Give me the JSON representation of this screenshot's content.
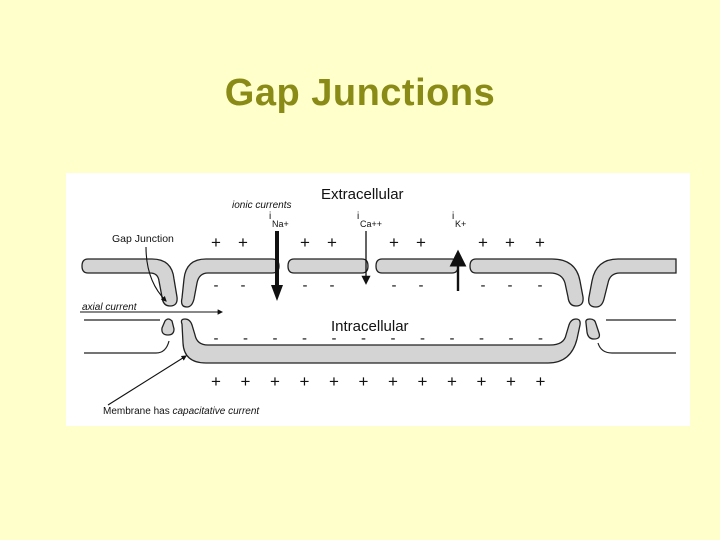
{
  "slide": {
    "title": "Gap Junctions"
  },
  "diagram": {
    "extracellular_label": "Extracellular",
    "intracellular_label": "Intracellular",
    "ionic_currents_label": "ionic currents",
    "gap_junction_label": "Gap Junction",
    "axial_current_label": "axial current",
    "membrane_label_prefix": "Membrane has ",
    "membrane_label_italic": "capacitative current",
    "currents": [
      {
        "base": "i",
        "sub": "Na+",
        "direction": "inward"
      },
      {
        "base": "i",
        "sub": "Ca++",
        "direction": "inward"
      },
      {
        "base": "i",
        "sub": "K+",
        "direction": "outward"
      }
    ],
    "charge_top_plus": "+",
    "charge_minus": "-",
    "charge_bottom_plus": "+",
    "colors": {
      "membrane_fill": "#d4d4d4",
      "membrane_stroke": "#222222",
      "title": "#8a8a17",
      "background": "#ffffcc"
    }
  }
}
